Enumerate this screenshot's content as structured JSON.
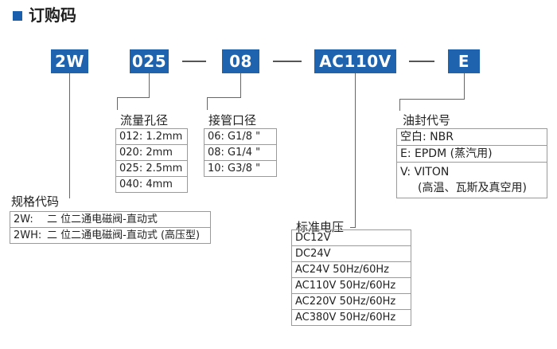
{
  "title": "订购码",
  "codes": {
    "c1": "2W",
    "c2": "025",
    "c3": "08",
    "c4": "AC110V",
    "c5": "E"
  },
  "flow": {
    "label": "流量孔径",
    "rows": [
      "012:  1.2mm",
      "020:  2mm",
      "025:  2.5mm",
      "040:  4mm"
    ]
  },
  "pipe": {
    "label": "接管口径",
    "rows": [
      "06:  G1/8 \"",
      "08:  G1/4 \"",
      "10:  G3/8 \""
    ]
  },
  "seal": {
    "label": "油封代号",
    "rows": [
      "空白:  NBR",
      "E:  EPDM (蒸汽用)",
      "V:   VITON"
    ],
    "note": "(高温、瓦斯及真空用)"
  },
  "spec": {
    "label": "规格代码",
    "rows": [
      {
        "code": "2W:",
        "desc": "二 位二通电磁阀-直动式"
      },
      {
        "code": "2WH:",
        "desc": "二 位二通电磁阀-直动式 (高压型)"
      }
    ]
  },
  "voltage": {
    "label": "标准电压",
    "rows": [
      "DC12V",
      "DC24V",
      "AC24V    50Hz/60Hz",
      "AC110V  50Hz/60Hz",
      "AC220V  50Hz/60Hz",
      "AC380V  50Hz/60Hz"
    ]
  },
  "colors": {
    "accent": "#1f62ad"
  }
}
